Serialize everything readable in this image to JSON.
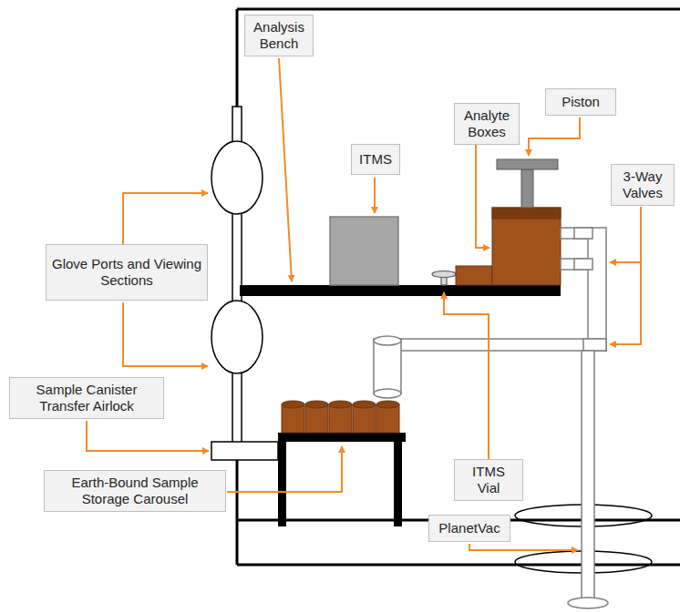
{
  "diagram": {
    "nodes": [
      {
        "text": [
          "Analysis Bench"
        ]
      },
      {
        "text": [
          "ITMS"
        ]
      },
      {
        "text": [
          "Analyte Boxes"
        ]
      },
      {
        "text": [
          "Piston"
        ]
      },
      {
        "text": [
          "3-Way Valves"
        ]
      },
      {
        "text": [
          "Glove Ports and Viewing Sections"
        ]
      },
      {
        "text": [
          "Sample Canister Transfer Airlock"
        ]
      },
      {
        "text": [
          "Earth-Bound Sample Storage Carousel"
        ]
      },
      {
        "text": [
          "ITMS Vial"
        ]
      },
      {
        "text": [
          "PlanetVac"
        ]
      }
    ]
  }
}
